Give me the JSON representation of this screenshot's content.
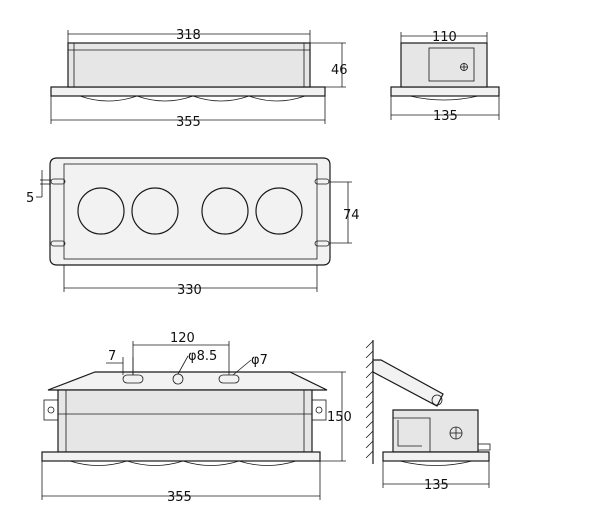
{
  "views": {
    "front_top": {
      "width_inner": "318",
      "height": "46",
      "width_total": "355"
    },
    "side_top": {
      "width_inner": "110",
      "width_total": "135"
    },
    "plan": {
      "slot": "5",
      "height": "74",
      "width": "330"
    },
    "front_bottom": {
      "spacing": "120",
      "slot": "7",
      "hole_center": "φ8.5",
      "hole_right": "φ7",
      "height": "150",
      "width": "355"
    },
    "side_bottom": {
      "width": "135"
    }
  }
}
